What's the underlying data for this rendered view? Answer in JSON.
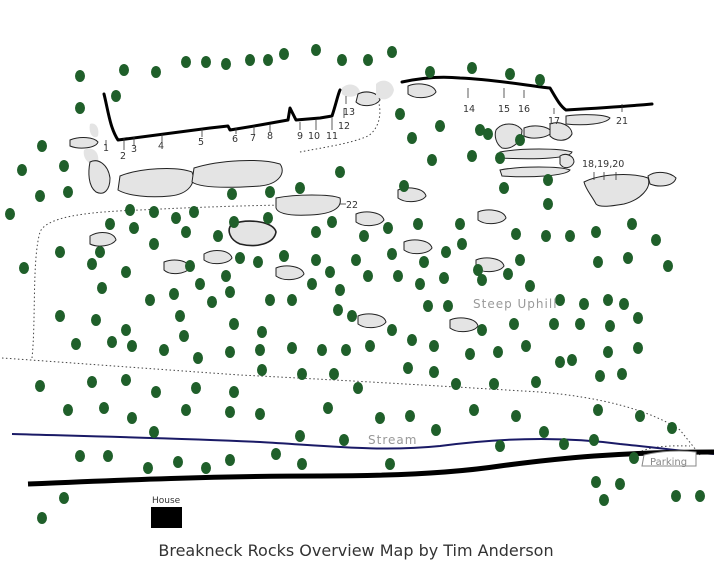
{
  "map": {
    "title": "Breakneck Rocks Overview Map by Tim Anderson",
    "labels": {
      "steep_uphill": "Steep Uphill",
      "stream": "Stream",
      "parking": "Parking",
      "house": "House"
    },
    "route_numbers": [
      "1",
      "2",
      "3",
      "4",
      "5",
      "6",
      "7",
      "8",
      "9",
      "10",
      "11",
      "12",
      "13",
      "14",
      "15",
      "16",
      "17",
      "18,19,20",
      "21",
      "22"
    ],
    "colors": {
      "tree": "#1f5f2a",
      "boulder_fill": "#e4e4e4",
      "boulder_stroke": "#222222",
      "cliff": "#000000",
      "stream": "#1a1a66",
      "road": "#000000",
      "house": "#000000",
      "trail": "#444444"
    }
  }
}
